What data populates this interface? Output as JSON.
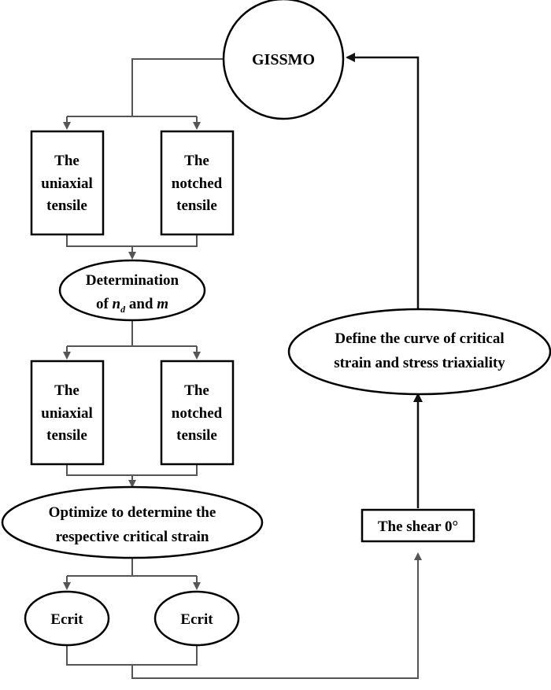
{
  "gissmo": {
    "label": "GISSMO"
  },
  "group1": {
    "left": {
      "line1": "The",
      "line2": "uniaxial",
      "line3": "tensile"
    },
    "right": {
      "line1": "The",
      "line2": "notched",
      "line3": "tensile"
    }
  },
  "determination": {
    "line1": "Determination",
    "line2_prefix": "of ",
    "line2_var": "n",
    "line2_sub": "d",
    "line2_mid": " and ",
    "line2_var2": "m"
  },
  "group2": {
    "left": {
      "line1": "The",
      "line2": "uniaxial",
      "line3": "tensile"
    },
    "right": {
      "line1": "The",
      "line2": "notched",
      "line3": "tensile"
    }
  },
  "optimize": {
    "line1": "Optimize to determine the",
    "line2": "respective critical strain"
  },
  "ecrit": {
    "left": "Ecrit",
    "right": "Ecrit"
  },
  "shear": {
    "label": "The shear 0°"
  },
  "define_curve": {
    "line1": "Define the curve of critical",
    "line2": "strain and stress triaxiality"
  }
}
